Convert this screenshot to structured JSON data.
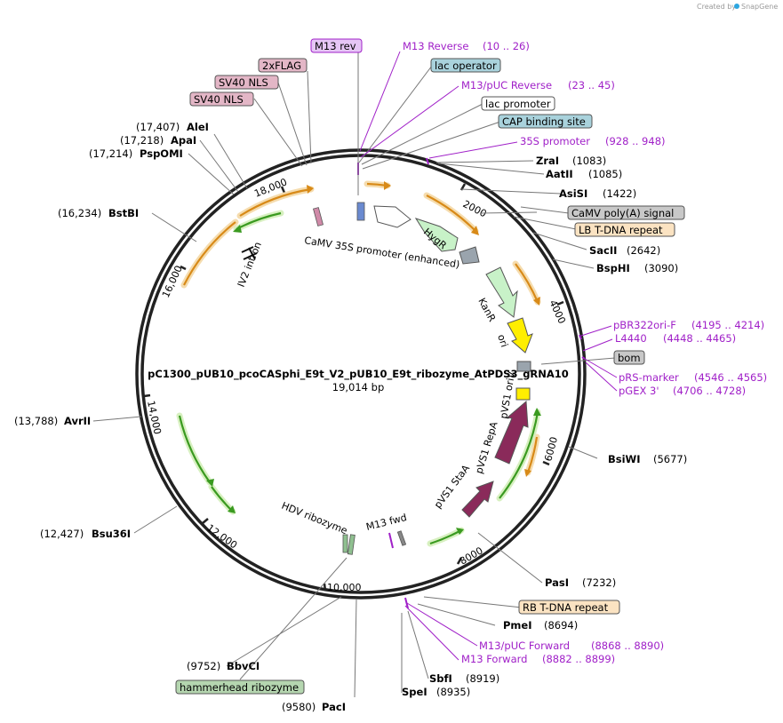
{
  "brand": {
    "created_by": "Created by",
    "name": "SnapGene"
  },
  "plasmid": {
    "name": "pC1300_pUB10_pcoCASphi_E9t_V2_pUB10_E9t_ribozyme_AtPDS3_gRNA10",
    "length": "19,014 bp"
  },
  "ticks": [
    "2000",
    "4000",
    "6000",
    "8000",
    "10,000",
    "12,000",
    "14,000",
    "16,000",
    "18,000"
  ],
  "boxed_labels": [
    {
      "text": "M13 rev",
      "color": "#e6c6f6",
      "border": "#a020c8"
    },
    {
      "text": "lac operator",
      "color": "#a9d2dc",
      "border": "#555555"
    },
    {
      "text": "lac promoter",
      "color": "#ffffff",
      "border": "#555555"
    },
    {
      "text": "CAP binding site",
      "color": "#a9d2dc",
      "border": "#555555"
    },
    {
      "text": "2xFLAG",
      "color": "#e3b6c6",
      "border": "#555555"
    },
    {
      "text": "SV40 NLS",
      "color": "#e3b6c6",
      "border": "#555555"
    },
    {
      "text": "SV40 NLS",
      "color": "#e3b6c6",
      "border": "#555555"
    },
    {
      "text": "CaMV poly(A) signal",
      "color": "#c8c8c8",
      "border": "#555555"
    },
    {
      "text": "LB T-DNA repeat",
      "color": "#fbe3c2",
      "border": "#555555"
    },
    {
      "text": "bom",
      "color": "#c8c8c8",
      "border": "#555555"
    },
    {
      "text": "RB T-DNA repeat",
      "color": "#fbe3c2",
      "border": "#555555"
    },
    {
      "text": "hammerhead ribozyme",
      "color": "#b5d6b0",
      "border": "#555555"
    }
  ],
  "primers": [
    {
      "name": "M13 Reverse",
      "range": "(10 .. 26)"
    },
    {
      "name": "M13/pUC Reverse",
      "range": "(23 .. 45)"
    },
    {
      "name": "35S promoter",
      "range": "(928 .. 948)"
    },
    {
      "name": "pBR322ori-F",
      "range": "(4195 .. 4214)"
    },
    {
      "name": "L4440",
      "range": "(4448 .. 4465)"
    },
    {
      "name": "pRS-marker",
      "range": "(4546 .. 4565)"
    },
    {
      "name": "pGEX 3'",
      "range": "(4706 .. 4728)"
    },
    {
      "name": "M13/pUC Forward",
      "range": "(8868 .. 8890)"
    },
    {
      "name": "M13 Forward",
      "range": "(8882 .. 8899)"
    }
  ],
  "sites": [
    {
      "name": "ZraI",
      "pos": "(1083)"
    },
    {
      "name": "AatII",
      "pos": "(1085)"
    },
    {
      "name": "AsiSI",
      "pos": "(1422)"
    },
    {
      "name": "SacII",
      "pos": "(2642)"
    },
    {
      "name": "BspHI",
      "pos": "(3090)"
    },
    {
      "name": "BsiWI",
      "pos": "(5677)"
    },
    {
      "name": "PasI",
      "pos": "(7232)"
    },
    {
      "name": "PmeI",
      "pos": "(8694)"
    },
    {
      "name": "SbfI",
      "pos": "(8919)"
    },
    {
      "name": "SpeI",
      "pos": "(8935)"
    },
    {
      "name": "PacI",
      "pos": "(9580)"
    },
    {
      "name": "BbvCI",
      "pos": "(9752)"
    },
    {
      "name": "Bsu36I",
      "pos": "(12,427)"
    },
    {
      "name": "AvrII",
      "pos": "(13,788)"
    },
    {
      "name": "BstBI",
      "pos": "(16,234)"
    },
    {
      "name": "PspOMI",
      "pos": "(17,214)"
    },
    {
      "name": "ApaI",
      "pos": "(17,218)"
    },
    {
      "name": "AleI",
      "pos": "(17,407)"
    }
  ],
  "features": {
    "camv35s": "CaMV 35S promoter (enhanced)",
    "hygr": "HygR",
    "kanr": "KanR",
    "ori": "ori",
    "pvs1_ori": "pVS1 oriV",
    "pvs1_repa": "pVS1 RepA",
    "pvs1_staa": "pVS1 StaA",
    "hdv": "HDV ribozyme",
    "m13fwd": "M13 fwd",
    "iv2": "IV2 intron"
  }
}
